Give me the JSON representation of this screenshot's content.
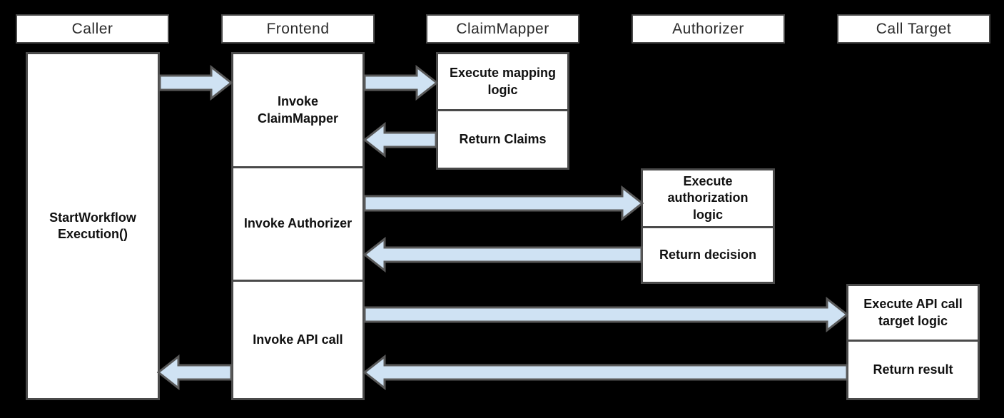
{
  "palette": {
    "background": "#000000",
    "box-fill": "#ffffff",
    "box-border": "#4a4a4a",
    "arrow-fill": "#cfe2f3",
    "arrow-stroke": "#595959",
    "header-text": "#2b2b2b",
    "label-text": "#111111"
  },
  "diagram": {
    "lifelines": [
      {
        "id": "caller",
        "label": "Caller"
      },
      {
        "id": "frontend",
        "label": "Frontend"
      },
      {
        "id": "claimmapper",
        "label": "ClaimMapper"
      },
      {
        "id": "authorizer",
        "label": "Authorizer"
      },
      {
        "id": "calltarget",
        "label": "Call Target"
      }
    ],
    "caller": {
      "activation_label": "StartWorkflow Execution()"
    },
    "frontend": {
      "sections": [
        {
          "label": "Invoke ClaimMapper"
        },
        {
          "label": "Invoke Authorizer"
        },
        {
          "label": "Invoke API call"
        }
      ]
    },
    "claimmapper": {
      "cells": [
        {
          "label": "Execute mapping logic"
        },
        {
          "label": "Return Claims"
        }
      ]
    },
    "authorizer": {
      "cells": [
        {
          "label": "Execute authorization logic"
        },
        {
          "label": "Return decision"
        }
      ]
    },
    "calltarget": {
      "cells": [
        {
          "label": "Execute API call target logic"
        },
        {
          "label": "Return result"
        }
      ]
    }
  }
}
